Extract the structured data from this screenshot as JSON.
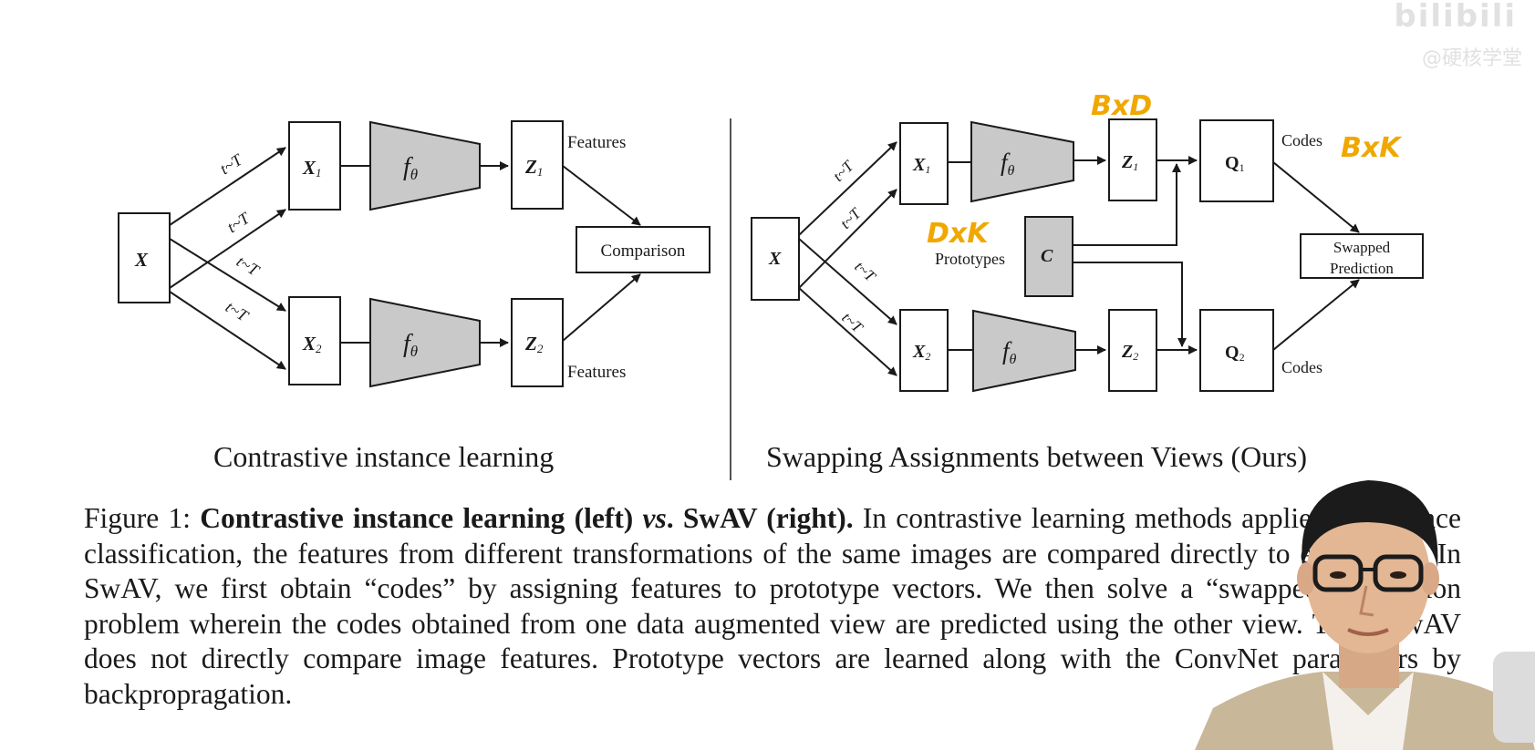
{
  "left_panel": {
    "title": "Contrastive instance learning",
    "input_label": "X",
    "view1_label": "X",
    "view1_sub": "1",
    "view2_label": "X",
    "view2_sub": "2",
    "encoder_label": "f",
    "encoder_sub": "θ",
    "feat1_label": "Z",
    "feat1_sub": "1",
    "feat2_label": "Z",
    "feat2_sub": "2",
    "features_label_top": "Features",
    "features_label_bottom": "Features",
    "comparison_label": "Comparison",
    "transform_labels": [
      "t~T",
      "t~T",
      "t~T",
      "t~T"
    ]
  },
  "right_panel": {
    "title": "Swapping Assignments between Views (Ours)",
    "input_label": "X",
    "view1_label": "X",
    "view1_sub": "1",
    "view2_label": "X",
    "view2_sub": "2",
    "encoder_label": "f",
    "encoder_sub": "θ",
    "feat1_label": "Z",
    "feat1_sub": "1",
    "feat2_label": "Z",
    "feat2_sub": "2",
    "code1_label": "Q",
    "code1_sub": "1",
    "code2_label": "Q",
    "code2_sub": "2",
    "codes_label_top": "Codes",
    "codes_label_bottom": "Codes",
    "prototypes_label": "Prototypes",
    "prototypes_box_label": "C",
    "swapped_label_line1": "Swapped",
    "swapped_label_line2": "Prediction",
    "transform_labels": [
      "t~T",
      "t~T",
      "t~T",
      "t~T"
    ]
  },
  "annotations": {
    "bxd": "BxD",
    "bxk": "BxK",
    "dxk": "DxK"
  },
  "caption": {
    "prefix": "Figure 1: ",
    "bold_1": "Contrastive instance learning (left) ",
    "bold_vs": "vs",
    "bold_2": ". SwAV (right).",
    "body": " In contrastive learning methods applied to instance classification, the features from different transformations of the same images are compared directly to each other. In SwAV, we first obtain “codes” by assigning features to prototype vectors. We then solve a “swapped” prediction problem wherein the codes obtained from one data augmented view are predicted using the other view. Thus, SwAV does not directly compare image features. Prototype vectors are learned along with the ConvNet parameters by backpropragation."
  },
  "watermark": {
    "logo": "bilibili",
    "sub": "@硬核学堂"
  },
  "colors": {
    "encoder_fill": "#c9c9c9",
    "annotation": "#f0a800",
    "line": "#1a1a1a"
  },
  "icons": {
    "presenter": "presenter-avatar-icon"
  }
}
